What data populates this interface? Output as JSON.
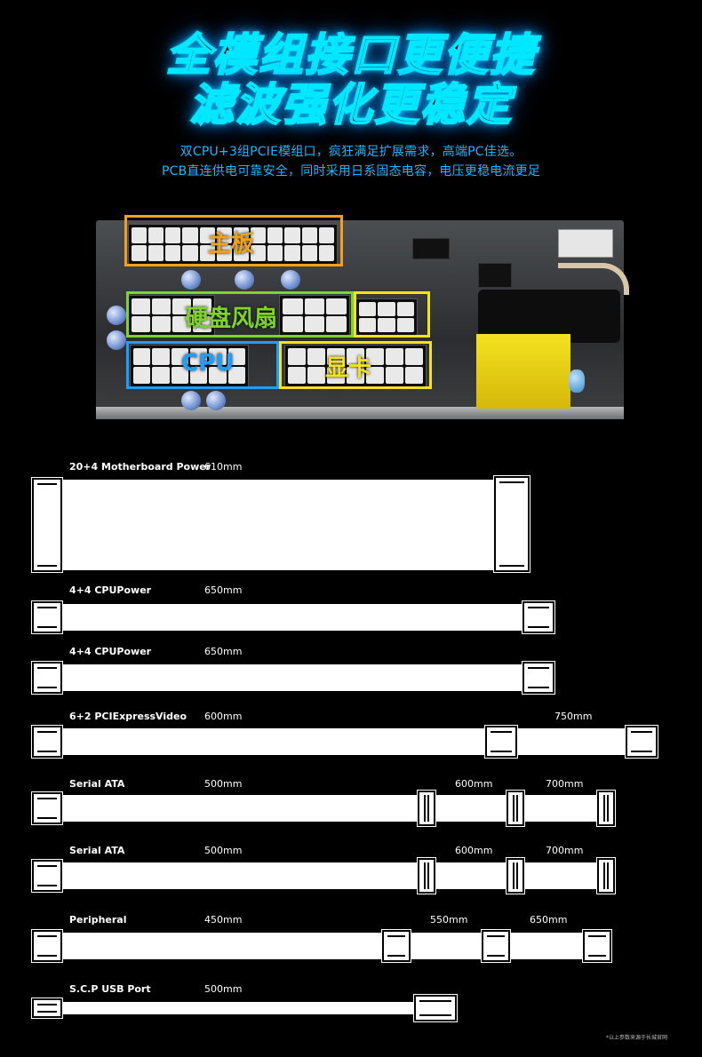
{
  "header": {
    "line1": "全模组接口更便捷",
    "line2": "滤波强化更稳定",
    "sub1": "双CPU+3组PCIE模组口，疯狂满足扩展需求，高端PC佳选。",
    "sub2": "PCB直连供电可靠安全，同时采用日系固态电容，电压更稳电流更足"
  },
  "board": {
    "zones": [
      {
        "label": "主板",
        "color": "#f2a21a"
      },
      {
        "label": "硬盘风扇",
        "color": "#7fd42a"
      },
      {
        "label": "CPU",
        "color": "#1e9fff"
      },
      {
        "label": "显卡",
        "color": "#f5e21f"
      }
    ]
  },
  "cables": [
    {
      "title": "20+4 Motherboard Power",
      "lengths": [
        "610mm"
      ]
    },
    {
      "title": "4+4 CPUPower",
      "lengths": [
        "650mm"
      ]
    },
    {
      "title": "4+4 CPUPower",
      "lengths": [
        "650mm"
      ]
    },
    {
      "title": "6+2 PCIExpressVideo",
      "lengths": [
        "600mm",
        "750mm"
      ]
    },
    {
      "title": "Serial ATA",
      "lengths": [
        "500mm",
        "600mm",
        "700mm"
      ]
    },
    {
      "title": "Serial ATA",
      "lengths": [
        "500mm",
        "600mm",
        "700mm"
      ]
    },
    {
      "title": "Peripheral",
      "lengths": [
        "450mm",
        "550mm",
        "650mm"
      ]
    },
    {
      "title": "S.C.P USB Port",
      "lengths": [
        "500mm"
      ]
    }
  ],
  "footnote": "*以上参数来源于长城官网"
}
